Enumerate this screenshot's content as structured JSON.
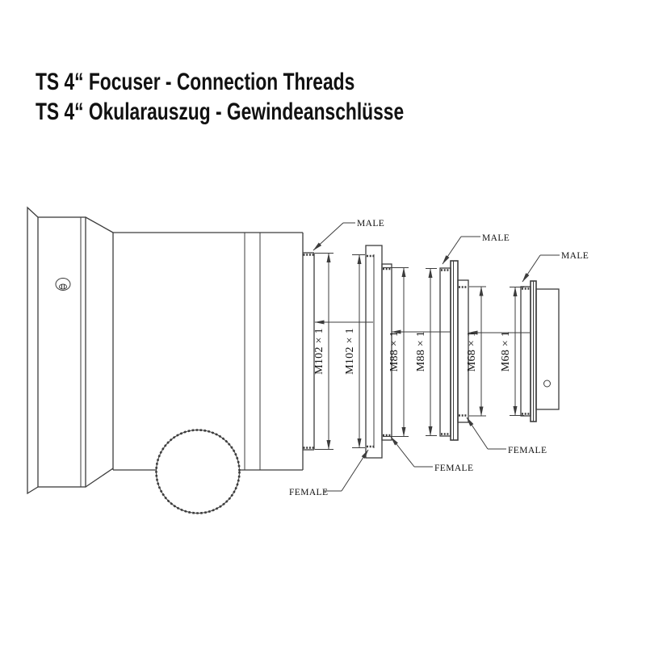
{
  "title": {
    "line1": "TS 4“ Focuser - Connection Threads",
    "line2": "TS 4“ Okularauszug - Gewindeanschlüsse"
  },
  "diagram": {
    "dim_labels": [
      "M102 × 1",
      "M102 × 1",
      "M88 × 1",
      "M88 × 1",
      "M68 × 1",
      "M68 × 1"
    ],
    "male_labels": [
      "MALE",
      "MALE",
      "MALE"
    ],
    "female_labels": [
      "FEMALE",
      "FEMALE",
      "FEMALE"
    ],
    "colors": {
      "background": "#ffffff",
      "line": "#3c3c3c",
      "text": "#111111"
    }
  }
}
